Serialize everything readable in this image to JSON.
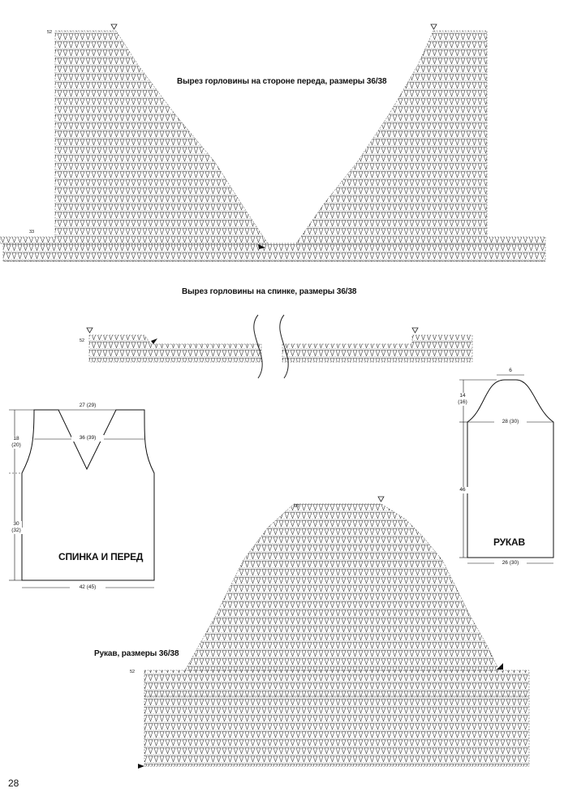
{
  "titles": {
    "front_neckline": "Вырез горловины на стороне переда, размеры 36/38",
    "back_neckline": "Вырез горловины на спинке, размеры 36/38",
    "sleeve_chart": "Рукав, размеры 36/38"
  },
  "row_numbers": {
    "front_top": "52",
    "front_bottom": "33",
    "back_top": "52",
    "sleeve_top": "68",
    "sleeve_mid": "52"
  },
  "body_schematic": {
    "label": "СПИНКА И ПЕРЕД",
    "neck_width": "27 (29)",
    "chest_width": "36 (39)",
    "armhole_height": "18",
    "armhole_height_alt": "(20)",
    "side_height": "30",
    "side_height_alt": "(32)",
    "bottom_width": "42 (45)"
  },
  "sleeve_schematic": {
    "label": "РУКАВ",
    "cap_top": "6",
    "cap_height": "14",
    "cap_height_alt": "(16)",
    "upper_width": "28 (30)",
    "length": "46",
    "bottom_width": "26 (30)"
  },
  "page_number": "28",
  "icons": {
    "start_marker": "triangle-down-icon",
    "arrow": "arrowhead-icon"
  }
}
